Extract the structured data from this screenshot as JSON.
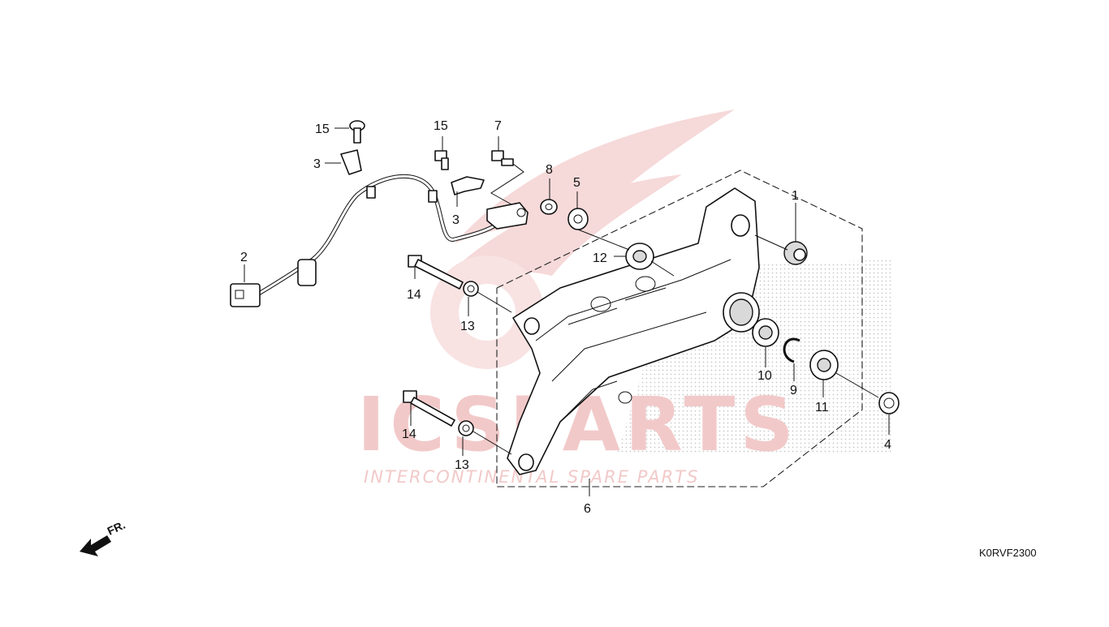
{
  "diagram": {
    "code": "K0RVF2300",
    "direction_label": "FR.",
    "watermark": {
      "brand": "ICSPARTS",
      "tagline": "INTERCONTINENTAL SPARE PARTS",
      "color": "#f2c9c9"
    },
    "callouts": [
      {
        "id": "c15a",
        "label": "15"
      },
      {
        "id": "c3a",
        "label": "3"
      },
      {
        "id": "c15b",
        "label": "15"
      },
      {
        "id": "c7",
        "label": "7"
      },
      {
        "id": "c8",
        "label": "8"
      },
      {
        "id": "c5",
        "label": "5"
      },
      {
        "id": "c3b",
        "label": "3"
      },
      {
        "id": "c1",
        "label": "1"
      },
      {
        "id": "c2",
        "label": "2"
      },
      {
        "id": "c12",
        "label": "12"
      },
      {
        "id": "c14a",
        "label": "14"
      },
      {
        "id": "c13a",
        "label": "13"
      },
      {
        "id": "c10",
        "label": "10"
      },
      {
        "id": "c9",
        "label": "9"
      },
      {
        "id": "c11",
        "label": "11"
      },
      {
        "id": "c4",
        "label": "4"
      },
      {
        "id": "c14b",
        "label": "14"
      },
      {
        "id": "c13b",
        "label": "13"
      },
      {
        "id": "c6",
        "label": "6"
      }
    ]
  }
}
